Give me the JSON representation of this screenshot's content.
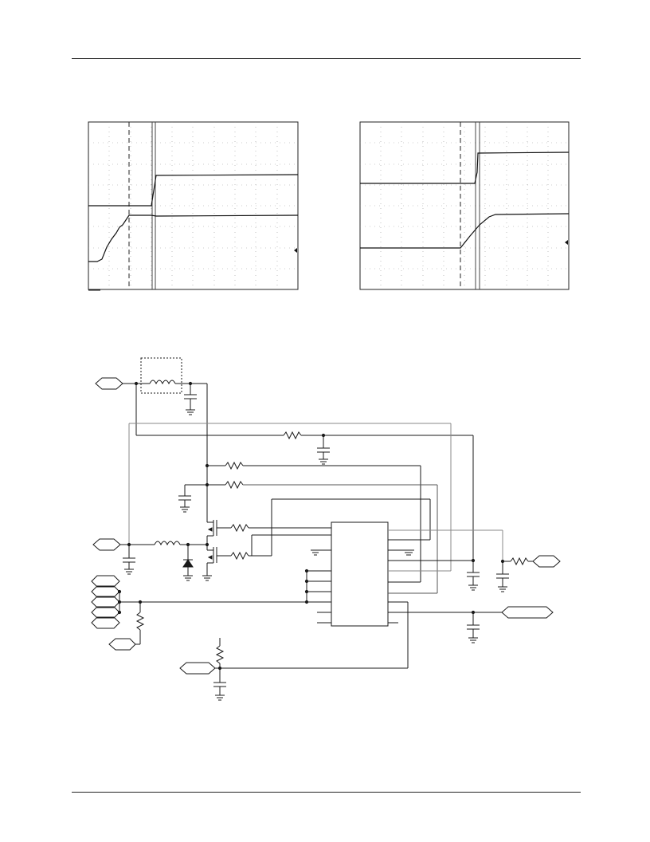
{
  "colors": {
    "ink": "#1a1a1a",
    "grid": "#555555",
    "wire_light": "#888888",
    "background": "#ffffff"
  },
  "scope_left": {
    "cursor_markers": [
      "dashed-vertical-cursor",
      "solid-vertical-cursor"
    ],
    "traces": [
      "upper-step-trace",
      "lower-ramp-trace"
    ]
  },
  "scope_right": {
    "cursor_markers": [
      "dashed-vertical-cursor",
      "solid-vertical-cursor"
    ],
    "traces": [
      "upper-step-trace",
      "lower-ramp-trace"
    ]
  },
  "schematic": {
    "icons": [
      "inductor-icon",
      "capacitor-icon",
      "resistor-icon",
      "ground-icon",
      "diode-icon",
      "mosfet-icon",
      "ic-package-icon",
      "connector-icon"
    ]
  }
}
